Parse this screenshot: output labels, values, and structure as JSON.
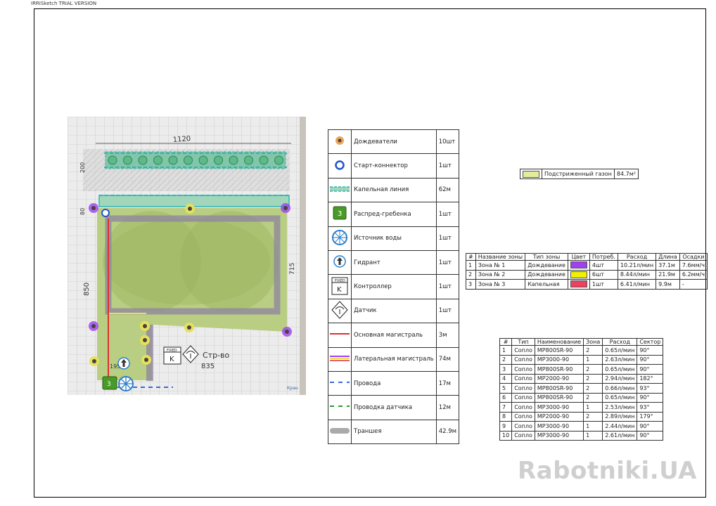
{
  "header": {
    "trial_text": "IRRISketch TRIAL VERSION"
  },
  "plan": {
    "dimensions": {
      "width_top": "1120",
      "width_bottom": "835",
      "left": "850",
      "right": "715",
      "top_strip": "200",
      "strip2": "80",
      "small": "195"
    },
    "labels": {
      "house": "Стр-во",
      "corner": "Кран",
      "controller_badge": "FIXED",
      "controller_letter": "K",
      "manifold_number": "3"
    }
  },
  "legend": {
    "rows": [
      {
        "icon": "sprinkler-icon",
        "label": "Дождеватели",
        "qty": "10шт"
      },
      {
        "icon": "start-connector-icon",
        "label": "Старт-коннектор",
        "qty": "1шт"
      },
      {
        "icon": "drip-line-icon",
        "label": "Капельная линия",
        "qty": "62м"
      },
      {
        "icon": "manifold-icon",
        "label": "Распред-гребенка",
        "qty": "1шт",
        "badge": "3"
      },
      {
        "icon": "water-source-icon",
        "label": "Источник воды",
        "qty": "1шт"
      },
      {
        "icon": "hydrant-icon",
        "label": "Гидрант",
        "qty": "1шт"
      },
      {
        "icon": "controller-icon",
        "label": "Контроллер",
        "qty": "1шт",
        "badge": "FIXED",
        "letter": "K"
      },
      {
        "icon": "sensor-icon",
        "label": "Датчик",
        "qty": "1шт"
      },
      {
        "icon": "main-line-icon",
        "label": "Основная магистраль",
        "qty": "3м"
      },
      {
        "icon": "lateral-line-icon",
        "label": "Латеральная магистраль",
        "qty": "74м"
      },
      {
        "icon": "wires-icon",
        "label": "Провода",
        "qty": "17м"
      },
      {
        "icon": "sensor-wire-icon",
        "label": "Проводка датчика",
        "qty": "12м"
      },
      {
        "icon": "trench-icon",
        "label": "Траншея",
        "qty": "42.9м"
      }
    ]
  },
  "lawn": {
    "label": "Подстриженный газон",
    "area": "84.7м²",
    "color": "#e3ec9a"
  },
  "zones": {
    "headers": [
      "#",
      "Название зоны",
      "Тип зоны",
      "Цвет",
      "Потреб.",
      "Расход",
      "Длина",
      "Осадки"
    ],
    "rows": [
      {
        "n": "1",
        "name": "Зона № 1",
        "type": "Дождевание",
        "color": "#a040f0",
        "count": "4шт",
        "flow": "10.21л/мин",
        "length": "37.1м",
        "precip": "7.6мм/ч"
      },
      {
        "n": "2",
        "name": "Зона № 2",
        "type": "Дождевание",
        "color": "#f0f000",
        "count": "6шт",
        "flow": "8.44л/мин",
        "length": "21.9м",
        "precip": "6.2мм/ч"
      },
      {
        "n": "3",
        "name": "Зона № 3",
        "type": "Капельная",
        "color": "#f04060",
        "count": "1шт",
        "flow": "6.41л/мин",
        "length": "9.9м",
        "precip": "-"
      }
    ]
  },
  "nozzles": {
    "headers": [
      "#",
      "Тип",
      "Наименование",
      "Зона",
      "Расход",
      "Сектор"
    ],
    "rows": [
      [
        "1",
        "Сопло",
        "MP800SR-90",
        "2",
        "0.65л/мин",
        "90°"
      ],
      [
        "2",
        "Сопло",
        "MP3000-90",
        "1",
        "2.63л/мин",
        "90°"
      ],
      [
        "3",
        "Сопло",
        "MP800SR-90",
        "2",
        "0.65л/мин",
        "90°"
      ],
      [
        "4",
        "Сопло",
        "MP2000-90",
        "2",
        "2.94л/мин",
        "182°"
      ],
      [
        "5",
        "Сопло",
        "MP800SR-90",
        "2",
        "0.66л/мин",
        "93°"
      ],
      [
        "6",
        "Сопло",
        "MP800SR-90",
        "2",
        "0.65л/мин",
        "90°"
      ],
      [
        "7",
        "Сопло",
        "MP3000-90",
        "1",
        "2.53л/мин",
        "93°"
      ],
      [
        "8",
        "Сопло",
        "MP2000-90",
        "2",
        "2.89л/мин",
        "179°"
      ],
      [
        "9",
        "Сопло",
        "MP3000-90",
        "1",
        "2.44л/мин",
        "90°"
      ],
      [
        "10",
        "Сопло",
        "MP3000-90",
        "1",
        "2.61л/мин",
        "90°"
      ]
    ]
  },
  "watermark": "Rabotniki.UA"
}
